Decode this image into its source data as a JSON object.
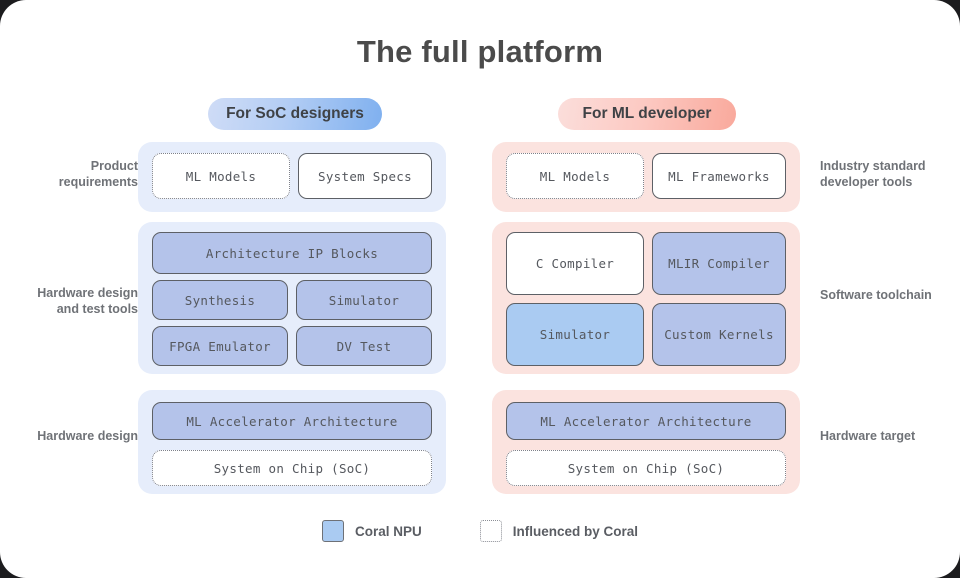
{
  "title": "The full platform",
  "columns": {
    "left": {
      "pill_label": "For SoC designers"
    },
    "right": {
      "pill_label": "For ML developer"
    }
  },
  "row_labels": {
    "left": [
      "Product requirements",
      "Hardware design and test tools",
      "Hardware design"
    ],
    "right": [
      "Industry standard developer tools",
      "Software toolchain",
      "Hardware target"
    ]
  },
  "nodes": {
    "left": {
      "row1": [
        {
          "label": "ML Models",
          "style": "dashed-white"
        },
        {
          "label": "System Specs",
          "style": "solid-white"
        }
      ],
      "row2": [
        {
          "label": "Architecture IP Blocks",
          "style": "periwinkle"
        },
        {
          "label": "Synthesis",
          "style": "periwinkle"
        },
        {
          "label": "Simulator",
          "style": "periwinkle"
        },
        {
          "label": "FPGA Emulator",
          "style": "periwinkle"
        },
        {
          "label": "DV Test",
          "style": "periwinkle"
        }
      ],
      "row3": [
        {
          "label": "ML Accelerator Architecture",
          "style": "periwinkle"
        },
        {
          "label": "System on Chip (SoC)",
          "style": "dashed-white"
        }
      ]
    },
    "right": {
      "row1": [
        {
          "label": "ML Models",
          "style": "dashed-white"
        },
        {
          "label": "ML Frameworks",
          "style": "solid-white"
        }
      ],
      "row2": [
        {
          "label": "C Compiler",
          "style": "solid-white"
        },
        {
          "label": "MLIR Compiler",
          "style": "periwinkle"
        },
        {
          "label": "Simulator",
          "style": "skyblue"
        },
        {
          "label": "Custom Kernels",
          "style": "periwinkle"
        }
      ],
      "row3": [
        {
          "label": "ML Accelerator Architecture",
          "style": "periwinkle"
        },
        {
          "label": "System on Chip (SoC)",
          "style": "dashed-white"
        }
      ]
    }
  },
  "legend": [
    {
      "label": "Coral NPU",
      "swatch": "filled-blue-square"
    },
    {
      "label": "Influenced by Coral",
      "swatch": "dashed-outline-square"
    }
  ],
  "colors": {
    "panel_blue": "#e6edfb",
    "panel_pink": "#fbe3df",
    "node_periwinkle": "#b4c3ea",
    "node_skyblue": "#aacbf2",
    "node_border": "#5d6066",
    "text": "#55585e",
    "label_text": "#6f7277",
    "title_text": "#4b4b4b",
    "pill_blue_from": "#cfdcf6",
    "pill_blue_to": "#7fb0ef",
    "pill_pink_from": "#fbdedb",
    "pill_pink_to": "#f9a99c"
  }
}
